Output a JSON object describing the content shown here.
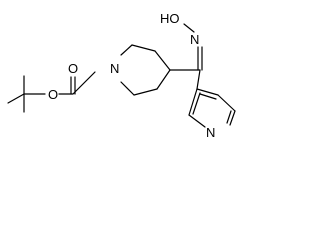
{
  "molecule": {
    "atom_labels": {
      "n_piperidine": "N",
      "o_carbonyl": "O",
      "o_ester": "O",
      "n_oxime": "N",
      "hydroxy": "HO",
      "n_pyridine": "N"
    },
    "colors": {
      "bond": "#000000",
      "text": "#000000",
      "background": "#ffffff"
    }
  }
}
